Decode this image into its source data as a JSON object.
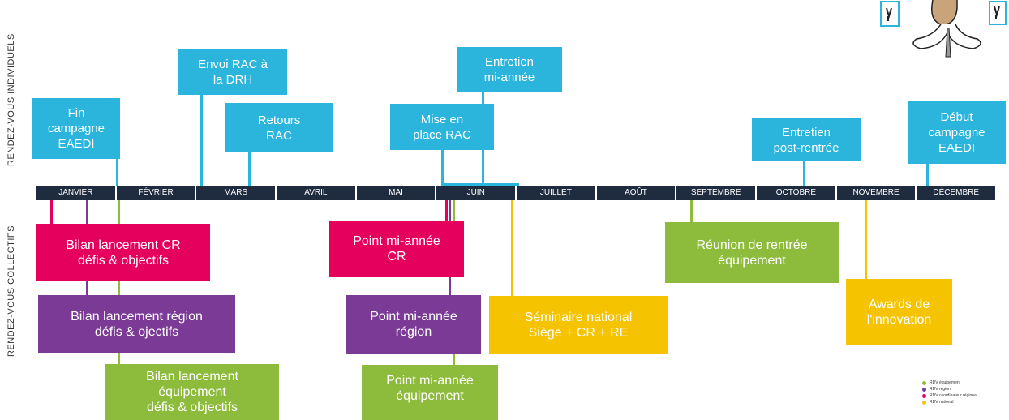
{
  "side_labels": {
    "top": "RENDEZ-VOUS INDIVIDUELS",
    "bottom": "RENDEZ-VOUS COLLECTIFS"
  },
  "months": [
    "JANVIER",
    "FÉVRIER",
    "MARS",
    "AVRIL",
    "MAI",
    "JUIN",
    "JUILLET",
    "AOÛT",
    "SEPTEMBRE",
    "OCTOBRE",
    "NOVEMBRE",
    "DÉCEMBRE"
  ],
  "individual": {
    "fin_campagne": "Fin\ncampagne\nEAEDI",
    "envoi_rac": "Envoi RAC à\nla DRH",
    "retours_rac": "Retours\nRAC",
    "mise_en_place": "Mise en\nplace RAC",
    "entretien_mi_annee": "Entretien\nmi-année",
    "entretien_post": "Entretien\npost-rentrée",
    "debut_campagne": "Début\ncampagne\nEAEDI"
  },
  "collective": {
    "bilan_cr": "Bilan lancement CR\ndéfis & objectifs",
    "bilan_region": "Bilan lancement région\ndéfis & ojectifs",
    "bilan_equipement": "Bilan lancement\néquipement\ndéfis & objectifs",
    "point_cr": "Point mi-année\nCR",
    "point_region": "Point mi-année\nrégion",
    "point_equipement": "Point mi-année\néquipement",
    "seminaire": "Séminaire national\nSiège + CR + RE",
    "reunion_rentree": "Réunion de rentrée\néquipement",
    "awards": "Awards de\nl'innovation"
  },
  "legend": [
    "RDV équipement",
    "RDV région",
    "RDV coordinateur régional",
    "RDV national"
  ],
  "colors": {
    "blue": "#2bb5dd",
    "pink": "#e6005e",
    "purple": "#7b3a96",
    "green": "#8dbc3c",
    "yellow": "#f5c300",
    "bar": "#1f2c40"
  }
}
